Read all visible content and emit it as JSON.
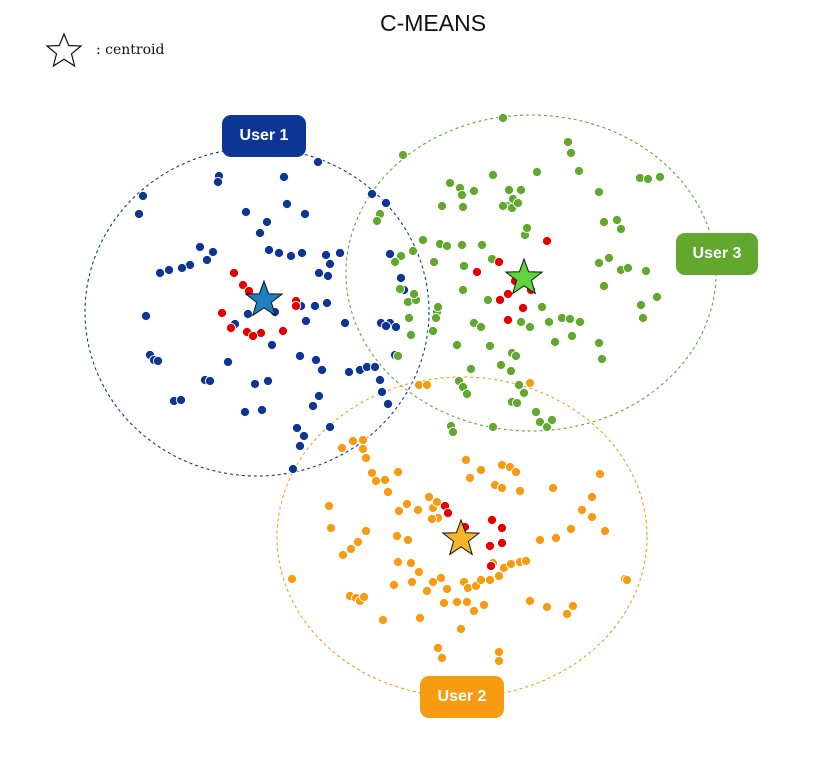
{
  "title": "C-MEANS",
  "legend": {
    "label": ": centroid",
    "icon": "star-outline-icon"
  },
  "colors": {
    "user1": "#0d3694",
    "user2": "#f79c12",
    "user3": "#63a82e",
    "shared": "#e60000",
    "centroid1": "#1f7fbf",
    "centroid2": "#f6b52a",
    "centroid3": "#5cd63a"
  },
  "clusters": [
    {
      "id": "user1",
      "label": "User 1",
      "color": "#0d3694",
      "centroid_color": "#1f7fbf"
    },
    {
      "id": "user2",
      "label": "User 2",
      "color": "#f79c12",
      "centroid_color": "#f6b52a"
    },
    {
      "id": "user3",
      "label": "User 3",
      "color": "#63a82e",
      "centroid_color": "#5cd63a"
    }
  ]
}
